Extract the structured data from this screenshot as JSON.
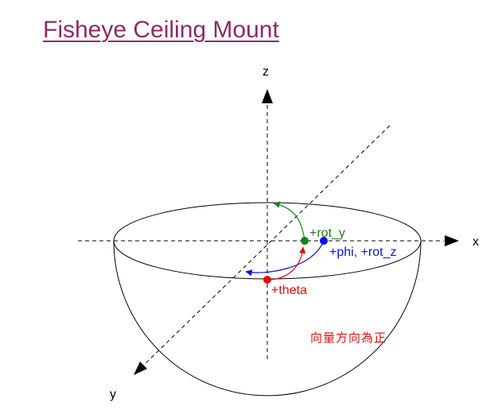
{
  "title": "Fisheye Ceiling Mount",
  "axes": {
    "x_label": "x",
    "y_label": "y",
    "z_label": "z"
  },
  "annotations": {
    "rot_y": "+rot_y",
    "phi_rot_z": "+phi, +rot_z",
    "theta": "+theta"
  },
  "note": "向量方向為正",
  "colors": {
    "title": "#8b2c66",
    "rot_y": "#1a7f1a",
    "phi": "#1010e0",
    "theta": "#e01010",
    "note": "#e01010",
    "lines": "#000000"
  }
}
